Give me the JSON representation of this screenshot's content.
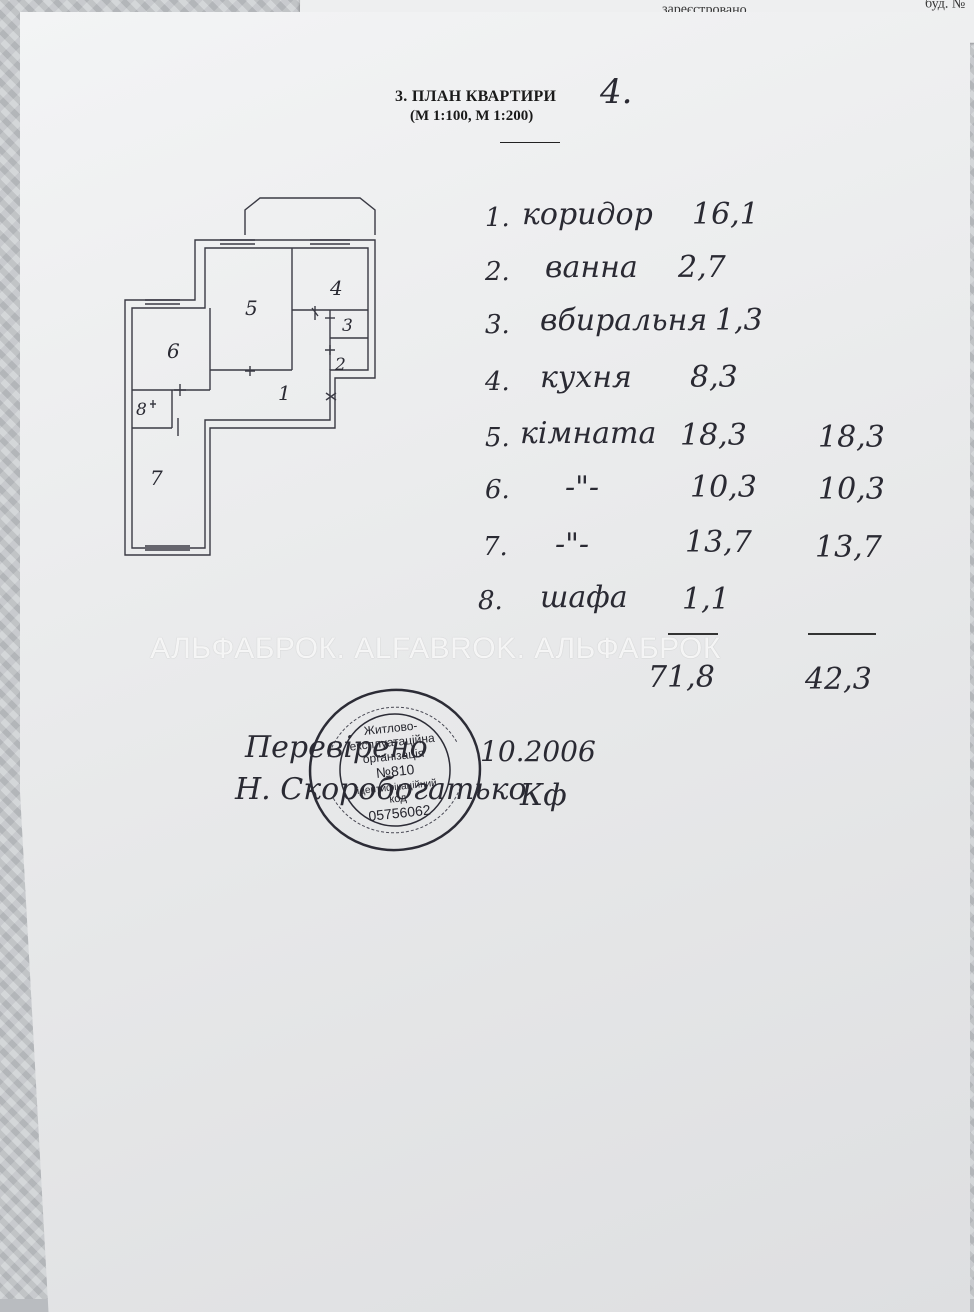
{
  "under_sheet": {
    "text": "зареєстровано",
    "corner_text": "буд. №"
  },
  "document": {
    "section_title": "3.  ПЛАН КВАРТИРИ",
    "scale": "(М 1:100, М 1:200)",
    "floor_mark": "4."
  },
  "plan_labels": [
    "1",
    "2",
    "3",
    "4",
    "5",
    "6",
    "7",
    "8"
  ],
  "rooms": [
    {
      "num": "1.",
      "name": "коридор",
      "area": "16,1",
      "living": ""
    },
    {
      "num": "2.",
      "name": "ванна",
      "area": "2,7",
      "living": ""
    },
    {
      "num": "3.",
      "name": "вбиральня",
      "area": "1,3",
      "living": ""
    },
    {
      "num": "4.",
      "name": "кухня",
      "area": "8,3",
      "living": ""
    },
    {
      "num": "5.",
      "name": "кімната",
      "area": "18,3",
      "living": "18,3"
    },
    {
      "num": "6.",
      "name": "-\"-",
      "area": "10,3",
      "living": "10,3"
    },
    {
      "num": "7.",
      "name": "-\"-",
      "area": "13,7",
      "living": "13,7"
    },
    {
      "num": "8.",
      "name": "шафа",
      "area": "1,1",
      "living": ""
    }
  ],
  "totals": {
    "total": "71,8",
    "living": "42,3"
  },
  "watermark": "АЛЬФАБРОК. ALFABROK. АЛЬФАБРОК",
  "signature": {
    "line1": "Перевірено",
    "date": "10.2006",
    "line2": "Н. Скоробогатько",
    "initials": "Кф"
  },
  "stamp": {
    "l1": "Житлово-",
    "l2": "експлуатаційна",
    "l3": "організація",
    "l4": "№810",
    "l5": "ідентифікаційний",
    "l6": "код",
    "l7": "05756062"
  }
}
